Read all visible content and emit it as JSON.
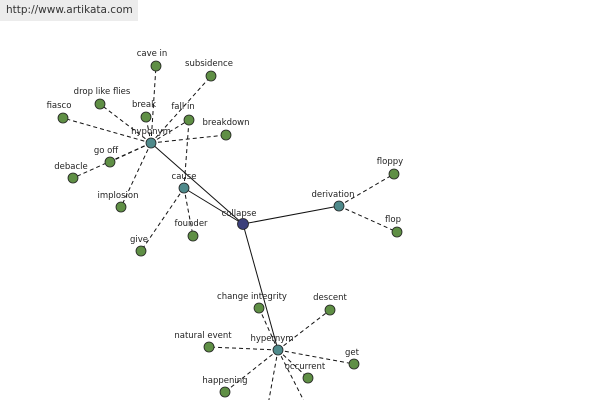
{
  "banner": {
    "url": "http://www.artikata.com"
  },
  "colors": {
    "center": "#3b3f7a",
    "relation": "#4f8a8b",
    "leaf": "#5f8f45",
    "edge": "#111111"
  },
  "graph": {
    "nodes": [
      {
        "id": "collapse",
        "label": "collapse",
        "kind": "center"
      },
      {
        "id": "hypo",
        "label": "hyponym",
        "kind": "relation"
      },
      {
        "id": "cause",
        "label": "cause",
        "kind": "relation"
      },
      {
        "id": "deriv",
        "label": "derivation",
        "kind": "relation"
      },
      {
        "id": "hyper",
        "label": "hypernym",
        "kind": "relation"
      },
      {
        "id": "cave_in",
        "label": "cave in",
        "kind": "leaf"
      },
      {
        "id": "subsidence",
        "label": "subsidence",
        "kind": "leaf"
      },
      {
        "id": "drop",
        "label": "drop like flies",
        "kind": "leaf"
      },
      {
        "id": "fiasco",
        "label": "fiasco",
        "kind": "leaf"
      },
      {
        "id": "break",
        "label": "break",
        "kind": "leaf"
      },
      {
        "id": "fall_in",
        "label": "fall in",
        "kind": "leaf"
      },
      {
        "id": "breakdown",
        "label": "breakdown",
        "kind": "leaf"
      },
      {
        "id": "go_off",
        "label": "go off",
        "kind": "leaf"
      },
      {
        "id": "debacle",
        "label": "debacle",
        "kind": "leaf"
      },
      {
        "id": "implosion",
        "label": "implosion",
        "kind": "leaf"
      },
      {
        "id": "give",
        "label": "give",
        "kind": "leaf"
      },
      {
        "id": "founder",
        "label": "founder",
        "kind": "leaf"
      },
      {
        "id": "floppy",
        "label": "floppy",
        "kind": "leaf"
      },
      {
        "id": "flop",
        "label": "flop",
        "kind": "leaf"
      },
      {
        "id": "change",
        "label": "change integrity",
        "kind": "leaf"
      },
      {
        "id": "descent",
        "label": "descent",
        "kind": "leaf"
      },
      {
        "id": "natural",
        "label": "natural event",
        "kind": "leaf"
      },
      {
        "id": "get",
        "label": "get",
        "kind": "leaf"
      },
      {
        "id": "occurrent",
        "label": "occurrent",
        "kind": "leaf"
      },
      {
        "id": "happening",
        "label": "happening",
        "kind": "leaf"
      },
      {
        "id": "off1",
        "label": "",
        "kind": "offscreen"
      },
      {
        "id": "off2",
        "label": "",
        "kind": "offscreen"
      }
    ],
    "edges": [
      {
        "from": "collapse",
        "to": "hypo",
        "style": "solid"
      },
      {
        "from": "collapse",
        "to": "cause",
        "style": "solid"
      },
      {
        "from": "collapse",
        "to": "deriv",
        "style": "solid"
      },
      {
        "from": "collapse",
        "to": "hyper",
        "style": "solid"
      },
      {
        "from": "hypo",
        "to": "cave_in",
        "style": "dashed"
      },
      {
        "from": "hypo",
        "to": "subsidence",
        "style": "dashed"
      },
      {
        "from": "hypo",
        "to": "drop",
        "style": "dashed"
      },
      {
        "from": "hypo",
        "to": "fiasco",
        "style": "dashed"
      },
      {
        "from": "hypo",
        "to": "break",
        "style": "dashed"
      },
      {
        "from": "hypo",
        "to": "fall_in",
        "style": "dashed"
      },
      {
        "from": "hypo",
        "to": "breakdown",
        "style": "dashed"
      },
      {
        "from": "hypo",
        "to": "go_off",
        "style": "dashed"
      },
      {
        "from": "hypo",
        "to": "debacle",
        "style": "dashed"
      },
      {
        "from": "hypo",
        "to": "implosion",
        "style": "dashed"
      },
      {
        "from": "cause",
        "to": "fall_in",
        "style": "dashed"
      },
      {
        "from": "cause",
        "to": "give",
        "style": "dashed"
      },
      {
        "from": "cause",
        "to": "founder",
        "style": "dashed"
      },
      {
        "from": "deriv",
        "to": "floppy",
        "style": "dashed"
      },
      {
        "from": "deriv",
        "to": "flop",
        "style": "dashed"
      },
      {
        "from": "hyper",
        "to": "change",
        "style": "dashed"
      },
      {
        "from": "hyper",
        "to": "descent",
        "style": "dashed"
      },
      {
        "from": "hyper",
        "to": "natural",
        "style": "dashed"
      },
      {
        "from": "hyper",
        "to": "get",
        "style": "dashed"
      },
      {
        "from": "hyper",
        "to": "occurrent",
        "style": "dashed"
      },
      {
        "from": "hyper",
        "to": "happening",
        "style": "dashed"
      },
      {
        "from": "hyper",
        "to": "off1",
        "style": "dashed"
      },
      {
        "from": "hyper",
        "to": "off2",
        "style": "dashed"
      }
    ]
  }
}
